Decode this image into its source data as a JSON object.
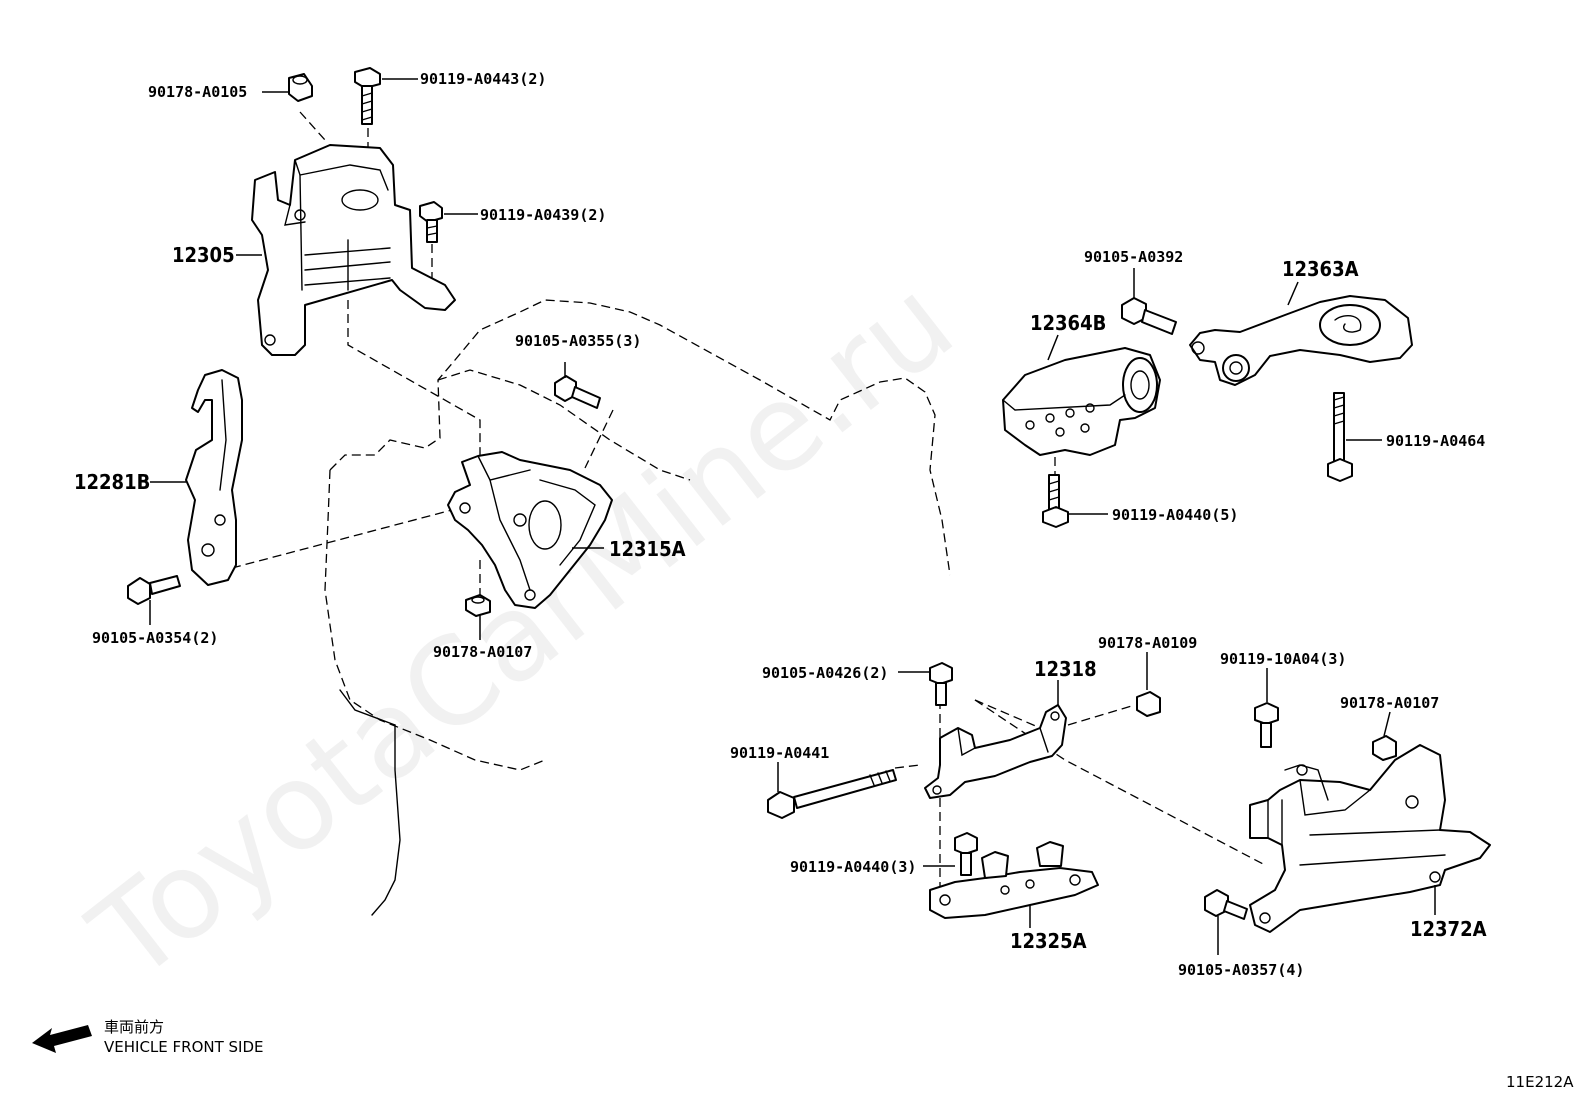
{
  "diagram_id": "11E212A",
  "watermark": "ToyotaCarMine.ru",
  "direction_note": {
    "jp": "車両前方",
    "en": "VEHICLE FRONT SIDE"
  },
  "labels": {
    "p_90178_A0105": "90178-A0105",
    "p_90119_A0443": "90119-A0443(2)",
    "p_90119_A0439": "90119-A0439(2)",
    "p_12305": "12305",
    "p_12281B": "12281B",
    "p_90105_A0354": "90105-A0354(2)",
    "p_90105_A0355": "90105-A0355(3)",
    "p_12315A": "12315A",
    "p_90178_A0107a": "90178-A0107",
    "p_90105_A0392": "90105-A0392",
    "p_12363A": "12363A",
    "p_12364B": "12364B",
    "p_90119_A0464": "90119-A0464",
    "p_90119_A0440_5": "90119-A0440(5)",
    "p_90178_A0109": "90178-A0109",
    "p_90119_10A04": "90119-10A04(3)",
    "p_90105_A0426": "90105-A0426(2)",
    "p_12318": "12318",
    "p_90178_A0107b": "90178-A0107",
    "p_90119_A0441": "90119-A0441",
    "p_90119_A0440_3": "90119-A0440(3)",
    "p_12325A": "12325A",
    "p_12372A": "12372A",
    "p_90105_A0357": "90105-A0357(4)"
  }
}
